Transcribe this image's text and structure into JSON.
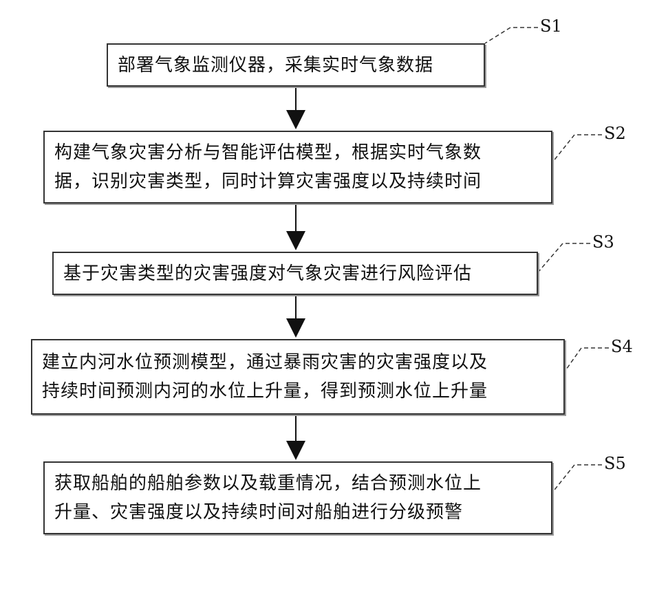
{
  "steps": [
    {
      "label": "S1",
      "lines": [
        "部署气象监测仪器，采集实时气象数据"
      ]
    },
    {
      "label": "S2",
      "lines": [
        "构建气象灾害分析与智能评估模型，根据实时气象数",
        "据，识别灾害类型，同时计算灾害强度以及持续时间"
      ]
    },
    {
      "label": "S3",
      "lines": [
        "基于灾害类型的灾害强度对气象灾害进行风险评估"
      ]
    },
    {
      "label": "S4",
      "lines": [
        "建立内河水位预测模型，通过暴雨灾害的灾害强度以及",
        "持续时间预测内河的水位上升量，得到预测水位上升量"
      ]
    },
    {
      "label": "S5",
      "lines": [
        "获取船舶的船舶参数以及载重情况，结合预测水位上",
        "升量、灾害强度以及持续时间对船舶进行分级预警"
      ]
    }
  ],
  "colors": {
    "border": "#333333",
    "arrow": "#111111",
    "text": "#111111"
  }
}
